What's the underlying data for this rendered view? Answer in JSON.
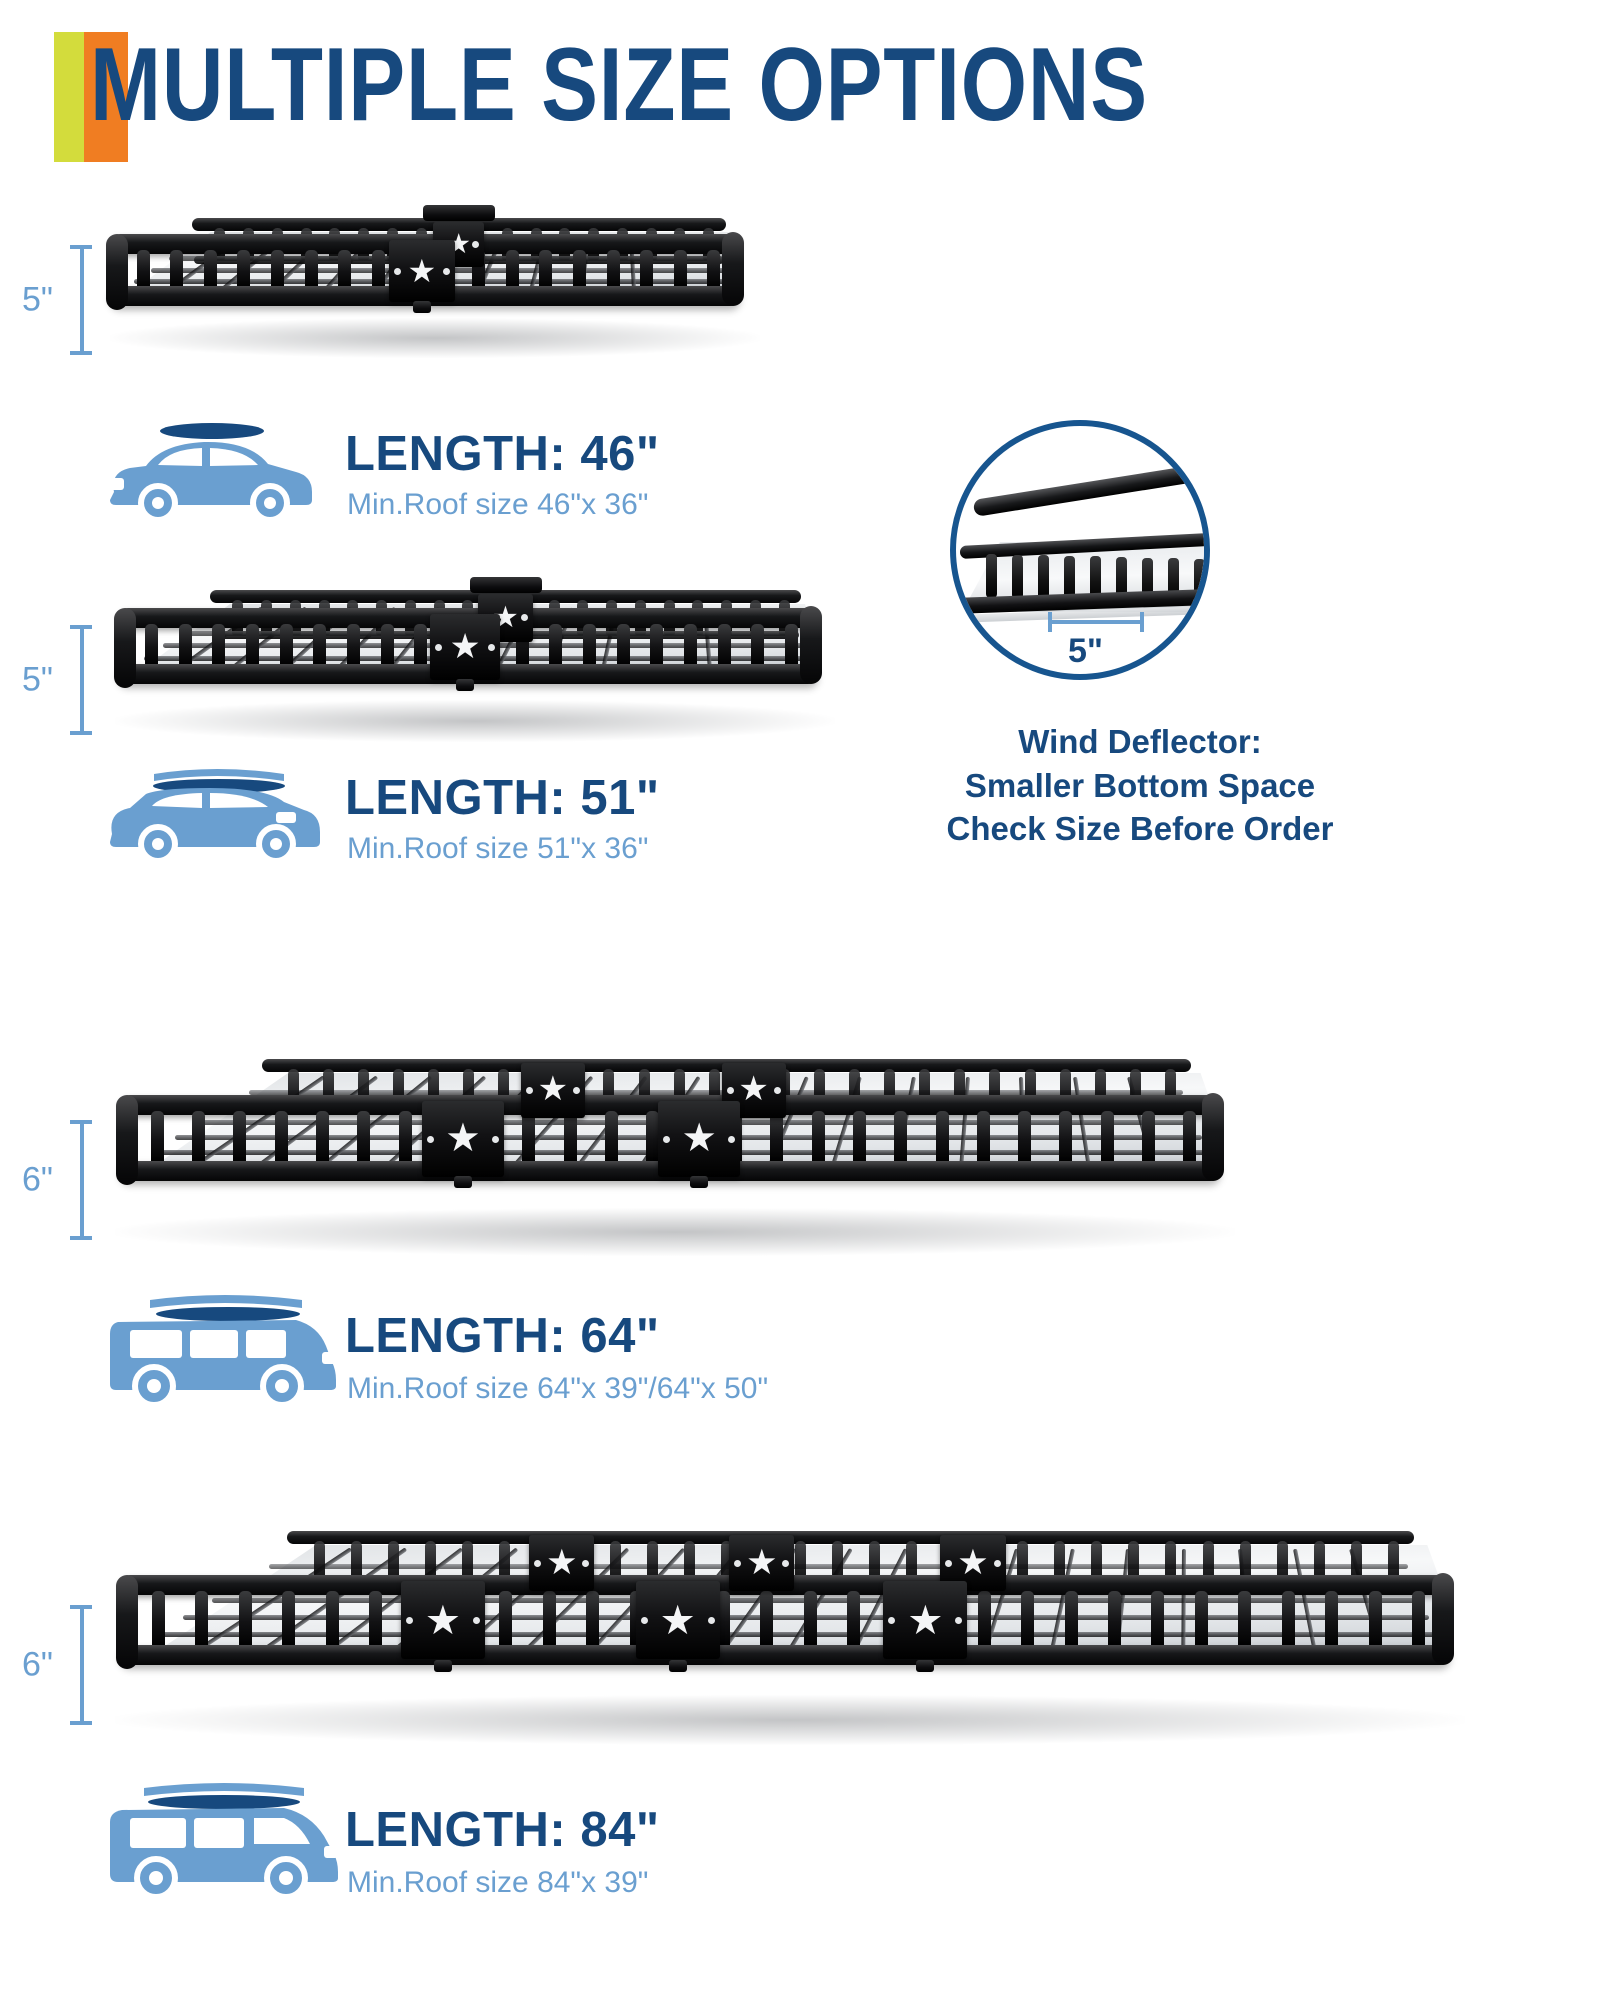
{
  "header": {
    "title": "MULTIPLE SIZE OPTIONS",
    "accent_yellow": "#d3dc3c",
    "accent_orange": "#f07d22",
    "title_color": "#17497e"
  },
  "colors": {
    "navy": "#17497e",
    "light_blue": "#6a9fd0",
    "circle_blue": "#17558f"
  },
  "sections": [
    {
      "id": "size-46",
      "height_label": "5\"",
      "length_title": "LENGTH: 46\"",
      "roof_sub": "Min.Roof size 46\"x 36\"",
      "vehicle_icon": "sedan-icon"
    },
    {
      "id": "size-51",
      "height_label": "5\"",
      "length_title": "LENGTH: 51\"",
      "roof_sub": "Min.Roof size 51\"x 36\"",
      "vehicle_icon": "wagon-icon"
    },
    {
      "id": "size-64",
      "height_label": "6\"",
      "length_title": "LENGTH: 64\"",
      "roof_sub": "Min.Roof size 64\"x 39\"/64\"x 50\"",
      "vehicle_icon": "suv-icon"
    },
    {
      "id": "size-84",
      "height_label": "6\"",
      "length_title": "LENGTH: 84\"",
      "roof_sub": "Min.Roof size 84\"x 39\"",
      "vehicle_icon": "van-icon"
    }
  ],
  "wind_deflector": {
    "dim_label": "5\"",
    "line1": "Wind Deflector:",
    "line2": "Smaller Bottom Space",
    "line3": "Check Size Before Order"
  }
}
